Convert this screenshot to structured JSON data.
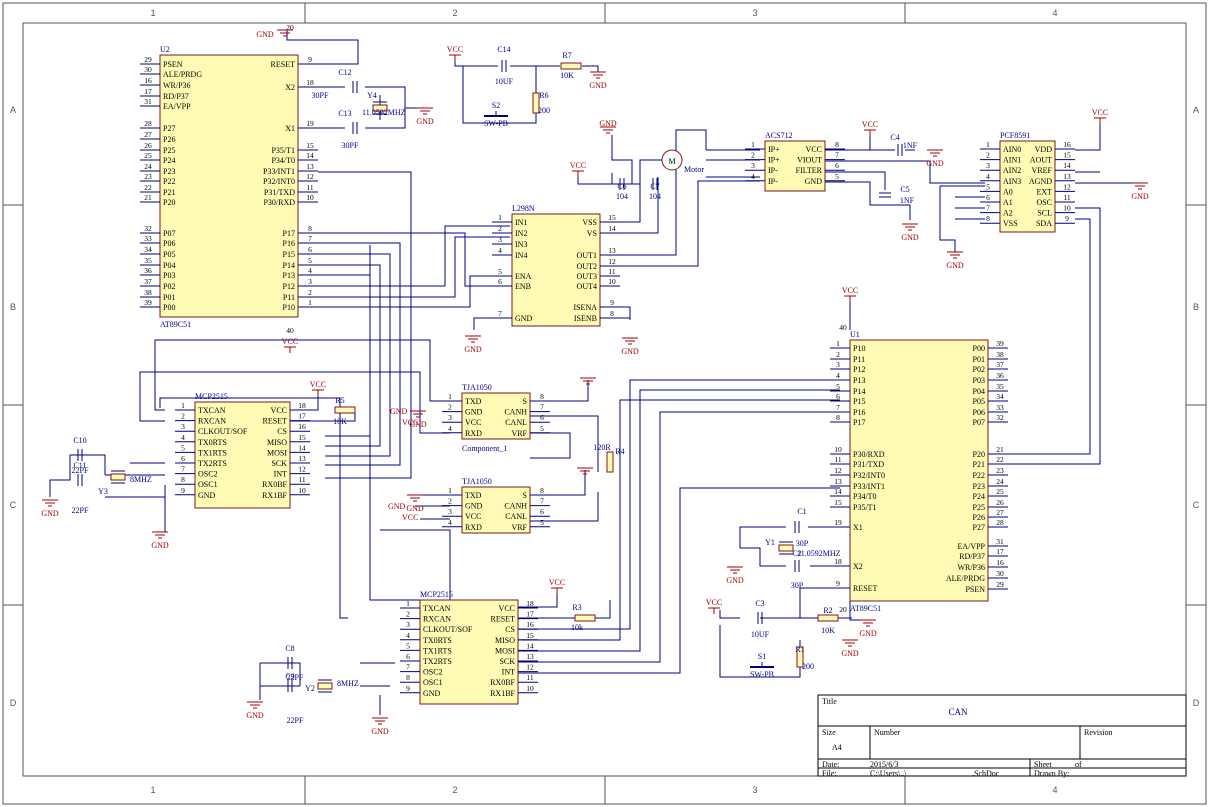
{
  "zones": {
    "columns": [
      "1",
      "2",
      "3",
      "4"
    ],
    "rows": [
      "A",
      "B",
      "C",
      "D"
    ]
  },
  "title_block": {
    "title_label": "Title",
    "title": "CAN",
    "size_label": "Size",
    "size": "A4",
    "number_label": "Number",
    "revision_label": "Revision",
    "date_label": "Date:",
    "date": "2015/6/3",
    "file_label": "File:",
    "file": "C:\\Users\\..\\",
    "file_ext": ".SchDoc",
    "sheet_label": "Sheet",
    "of_label": "of",
    "drawn_label": "Drawn By:"
  },
  "power": {
    "vcc": "VCC",
    "gnd": "GND"
  },
  "u2": {
    "designator": "U2",
    "part": "AT89C51",
    "left_pins": [
      {
        "num": "29",
        "name": "PSEN"
      },
      {
        "num": "30",
        "name": "ALE/PRDG"
      },
      {
        "num": "16",
        "name": "WR/P36"
      },
      {
        "num": "17",
        "name": "RD/P37"
      },
      {
        "num": "31",
        "name": "EA/VPP"
      },
      {
        "num": "28",
        "name": "P27"
      },
      {
        "num": "27",
        "name": "P26"
      },
      {
        "num": "26",
        "name": "P25"
      },
      {
        "num": "25",
        "name": "P24"
      },
      {
        "num": "24",
        "name": "P23"
      },
      {
        "num": "23",
        "name": "P22"
      },
      {
        "num": "22",
        "name": "P21"
      },
      {
        "num": "21",
        "name": "P20"
      },
      {
        "num": "32",
        "name": "P07"
      },
      {
        "num": "33",
        "name": "P06"
      },
      {
        "num": "34",
        "name": "P05"
      },
      {
        "num": "35",
        "name": "P04"
      },
      {
        "num": "36",
        "name": "P03"
      },
      {
        "num": "37",
        "name": "P02"
      },
      {
        "num": "38",
        "name": "P01"
      },
      {
        "num": "39",
        "name": "P00"
      }
    ],
    "right_pins": [
      {
        "num": "9",
        "name": "RESET"
      },
      {
        "num": "18",
        "name": "X2"
      },
      {
        "num": "19",
        "name": "X1"
      },
      {
        "num": "15",
        "name": "P35/T1"
      },
      {
        "num": "14",
        "name": "P34/T0"
      },
      {
        "num": "13",
        "name": "P33/INT1"
      },
      {
        "num": "12",
        "name": "P32/INT0"
      },
      {
        "num": "11",
        "name": "P31/TXD"
      },
      {
        "num": "10",
        "name": "P30/RXD"
      },
      {
        "num": "8",
        "name": "P17"
      },
      {
        "num": "7",
        "name": "P16"
      },
      {
        "num": "6",
        "name": "P15"
      },
      {
        "num": "5",
        "name": "P14"
      },
      {
        "num": "4",
        "name": "P13"
      },
      {
        "num": "3",
        "name": "P12"
      },
      {
        "num": "2",
        "name": "P11"
      },
      {
        "num": "1",
        "name": "P10"
      }
    ],
    "gnd_pin": "20",
    "vcc_pin": "40",
    "gnd_label": "GND",
    "vcc_label": "VCC"
  },
  "u1": {
    "designator": "U1",
    "part": "AT89C51",
    "left_pins": [
      {
        "num": "1",
        "name": "P10"
      },
      {
        "num": "2",
        "name": "P11"
      },
      {
        "num": "3",
        "name": "P12"
      },
      {
        "num": "4",
        "name": "P13"
      },
      {
        "num": "5",
        "name": "P14"
      },
      {
        "num": "6",
        "name": "P15"
      },
      {
        "num": "7",
        "name": "P16"
      },
      {
        "num": "8",
        "name": "P17"
      },
      {
        "num": "10",
        "name": "P30/RXD"
      },
      {
        "num": "11",
        "name": "P31/TXD"
      },
      {
        "num": "12",
        "name": "P32/INT0"
      },
      {
        "num": "13",
        "name": "P33/INT1"
      },
      {
        "num": "14",
        "name": "P34/T0"
      },
      {
        "num": "15",
        "name": "P35/T1"
      },
      {
        "num": "19",
        "name": "X1"
      },
      {
        "num": "18",
        "name": "X2"
      },
      {
        "num": "9",
        "name": "RESET"
      }
    ],
    "right_pins": [
      {
        "num": "39",
        "name": "P00"
      },
      {
        "num": "38",
        "name": "P01"
      },
      {
        "num": "37",
        "name": "P02"
      },
      {
        "num": "36",
        "name": "P03"
      },
      {
        "num": "35",
        "name": "P04"
      },
      {
        "num": "34",
        "name": "P05"
      },
      {
        "num": "33",
        "name": "P06"
      },
      {
        "num": "32",
        "name": "P07"
      },
      {
        "num": "21",
        "name": "P20"
      },
      {
        "num": "22",
        "name": "P21"
      },
      {
        "num": "23",
        "name": "P22"
      },
      {
        "num": "24",
        "name": "P23"
      },
      {
        "num": "25",
        "name": "P24"
      },
      {
        "num": "26",
        "name": "P25"
      },
      {
        "num": "27",
        "name": "P26"
      },
      {
        "num": "28",
        "name": "P27"
      },
      {
        "num": "31",
        "name": "EA/VPP"
      },
      {
        "num": "17",
        "name": "RD/P37"
      },
      {
        "num": "16",
        "name": "WR/P36"
      },
      {
        "num": "30",
        "name": "ALE/PRDG"
      },
      {
        "num": "29",
        "name": "PSEN"
      }
    ],
    "vcc_pin": "40",
    "gnd_pin": "20",
    "gnd_label": "GND"
  },
  "mcp_top": {
    "designator": "MCP2515",
    "left_pins": [
      {
        "num": "1",
        "name": "TXCAN"
      },
      {
        "num": "2",
        "name": "RXCAN"
      },
      {
        "num": "3",
        "name": "CLKOUT/SOF"
      },
      {
        "num": "4",
        "name": "TX0RTS"
      },
      {
        "num": "5",
        "name": "TX1RTS"
      },
      {
        "num": "6",
        "name": "TX2RTS"
      },
      {
        "num": "7",
        "name": "OSC2"
      },
      {
        "num": "8",
        "name": "OSC1"
      },
      {
        "num": "9",
        "name": "GND"
      }
    ],
    "right_pins": [
      {
        "num": "18",
        "name": "VCC"
      },
      {
        "num": "17",
        "name": "RESET"
      },
      {
        "num": "16",
        "name": "CS"
      },
      {
        "num": "15",
        "name": "MISO"
      },
      {
        "num": "14",
        "name": "MOSI"
      },
      {
        "num": "13",
        "name": "SCK"
      },
      {
        "num": "12",
        "name": "INT"
      },
      {
        "num": "11",
        "name": "RX0BF"
      },
      {
        "num": "10",
        "name": "RX1BF"
      }
    ]
  },
  "mcp_bottom": {
    "designator": "MCP2515",
    "left_pins": [
      {
        "num": "1",
        "name": "TXCAN"
      },
      {
        "num": "2",
        "name": "RXCAN"
      },
      {
        "num": "3",
        "name": "CLKOUT/SOF"
      },
      {
        "num": "4",
        "name": "TX0RTS"
      },
      {
        "num": "5",
        "name": "TX1RTS"
      },
      {
        "num": "6",
        "name": "TX2RTS"
      },
      {
        "num": "7",
        "name": "OSC2"
      },
      {
        "num": "8",
        "name": "OSC1"
      },
      {
        "num": "9",
        "name": "GND"
      }
    ],
    "right_pins": [
      {
        "num": "18",
        "name": "VCC"
      },
      {
        "num": "17",
        "name": "RESET"
      },
      {
        "num": "16",
        "name": "CS"
      },
      {
        "num": "15",
        "name": "MISO"
      },
      {
        "num": "14",
        "name": "MOSI"
      },
      {
        "num": "13",
        "name": "SCK"
      },
      {
        "num": "12",
        "name": "INT"
      },
      {
        "num": "11",
        "name": "RX0BF"
      },
      {
        "num": "10",
        "name": "RX1BF"
      }
    ]
  },
  "tja_top": {
    "designator": "TJA1050",
    "comment": "Component_1",
    "left_pins": [
      {
        "num": "1",
        "name": "TXD"
      },
      {
        "num": "2",
        "name": "GND"
      },
      {
        "num": "3",
        "name": "VCC"
      },
      {
        "num": "4",
        "name": "RXD"
      }
    ],
    "right_pins": [
      {
        "num": "8",
        "name": "S"
      },
      {
        "num": "7",
        "name": "CANH"
      },
      {
        "num": "6",
        "name": "CANL"
      },
      {
        "num": "5",
        "name": "VRF"
      }
    ]
  },
  "tja_bottom": {
    "designator": "TJA1050",
    "left_pins": [
      {
        "num": "1",
        "name": "TXD"
      },
      {
        "num": "2",
        "name": "GND"
      },
      {
        "num": "3",
        "name": "VCC"
      },
      {
        "num": "4",
        "name": "RXD"
      }
    ],
    "right_pins": [
      {
        "num": "8",
        "name": "S"
      },
      {
        "num": "7",
        "name": "CANH"
      },
      {
        "num": "6",
        "name": "CANL"
      },
      {
        "num": "5",
        "name": "VRF"
      }
    ]
  },
  "l298": {
    "designator": "L298N",
    "left_pins": [
      {
        "num": "1",
        "name": "IN1"
      },
      {
        "num": "2",
        "name": "IN2"
      },
      {
        "num": "3",
        "name": "IN3"
      },
      {
        "num": "4",
        "name": "IN4"
      },
      {
        "num": "5",
        "name": "ENA"
      },
      {
        "num": "6",
        "name": "ENB"
      },
      {
        "num": "7",
        "name": "GND"
      }
    ],
    "right_pins": [
      {
        "num": "15",
        "name": "VSS"
      },
      {
        "num": "14",
        "name": "VS"
      },
      {
        "num": "13",
        "name": "OUT1"
      },
      {
        "num": "12",
        "name": "OUT2"
      },
      {
        "num": "11",
        "name": "OUT3"
      },
      {
        "num": "10",
        "name": "OUT4"
      },
      {
        "num": "9",
        "name": "ISENA"
      },
      {
        "num": "8",
        "name": "ISENB"
      }
    ]
  },
  "acs": {
    "designator": "ACS712",
    "left_pins": [
      {
        "num": "1",
        "name": "IP+"
      },
      {
        "num": "2",
        "name": "IP+"
      },
      {
        "num": "3",
        "name": "IP-"
      },
      {
        "num": "4",
        "name": "IP-"
      }
    ],
    "right_pins": [
      {
        "num": "8",
        "name": "VCC"
      },
      {
        "num": "7",
        "name": "VIOUT"
      },
      {
        "num": "6",
        "name": "FILTER"
      },
      {
        "num": "5",
        "name": "GND"
      }
    ]
  },
  "pcf": {
    "designator": "PCF8591",
    "left_pins": [
      {
        "num": "1",
        "name": "AIN0"
      },
      {
        "num": "2",
        "name": "AIN1"
      },
      {
        "num": "3",
        "name": "AIN2"
      },
      {
        "num": "4",
        "name": "AIN3"
      },
      {
        "num": "5",
        "name": "A0"
      },
      {
        "num": "6",
        "name": "A1"
      },
      {
        "num": "7",
        "name": "A2"
      },
      {
        "num": "8",
        "name": "VSS"
      }
    ],
    "right_pins": [
      {
        "num": "16",
        "name": "VDD"
      },
      {
        "num": "15",
        "name": "AOUT"
      },
      {
        "num": "14",
        "name": "VREF"
      },
      {
        "num": "13",
        "name": "AGND"
      },
      {
        "num": "12",
        "name": "EXT"
      },
      {
        "num": "11",
        "name": "OSC"
      },
      {
        "num": "10",
        "name": "SCL"
      },
      {
        "num": "9",
        "name": "SDA"
      }
    ]
  },
  "passives": {
    "c12": {
      "des": "C12",
      "val": "30PF"
    },
    "c13": {
      "des": "C13",
      "val": "30PF"
    },
    "y4": {
      "des": "Y4",
      "val": "11.0592MHZ"
    },
    "c14": {
      "des": "C14",
      "val": "10UF"
    },
    "r7": {
      "des": "R7",
      "val": "10K"
    },
    "r6": {
      "des": "R6",
      "val": "200"
    },
    "s2": {
      "des": "S2",
      "val": "SW-PB"
    },
    "c6": {
      "des": "C6",
      "val": "104"
    },
    "c7": {
      "des": "C7",
      "val": "104"
    },
    "motor": {
      "des": "Motor",
      "sym": "M"
    },
    "c4": {
      "des": "C4",
      "val": "1NF"
    },
    "c5": {
      "des": "C5",
      "val": "1NF"
    },
    "r5": {
      "des": "R5",
      "val": "10K"
    },
    "c10": {
      "des": "C10",
      "val": "22PF"
    },
    "c11": {
      "des": "C11",
      "val": "22PF"
    },
    "y3": {
      "des": "Y3",
      "val": "8MHZ"
    },
    "r4": {
      "des": "R4",
      "val": "120R"
    },
    "c8": {
      "des": "C8",
      "val": "22PF"
    },
    "c9": {
      "des": "C9",
      "val": "22PF"
    },
    "y2": {
      "des": "Y2",
      "val": "8MHZ"
    },
    "r3": {
      "des": "R3",
      "val": "10k"
    },
    "c1": {
      "des": "C1",
      "val": "30P"
    },
    "c2": {
      "des": "C2",
      "val": "30P"
    },
    "y1": {
      "des": "Y1",
      "val": "11.0592MHZ"
    },
    "c3": {
      "des": "C3",
      "val": "10UF"
    },
    "r2": {
      "des": "R2",
      "val": "10K"
    },
    "r1": {
      "des": "R1",
      "val": "200"
    },
    "s1": {
      "des": "S1",
      "val": "SW-PB"
    }
  }
}
